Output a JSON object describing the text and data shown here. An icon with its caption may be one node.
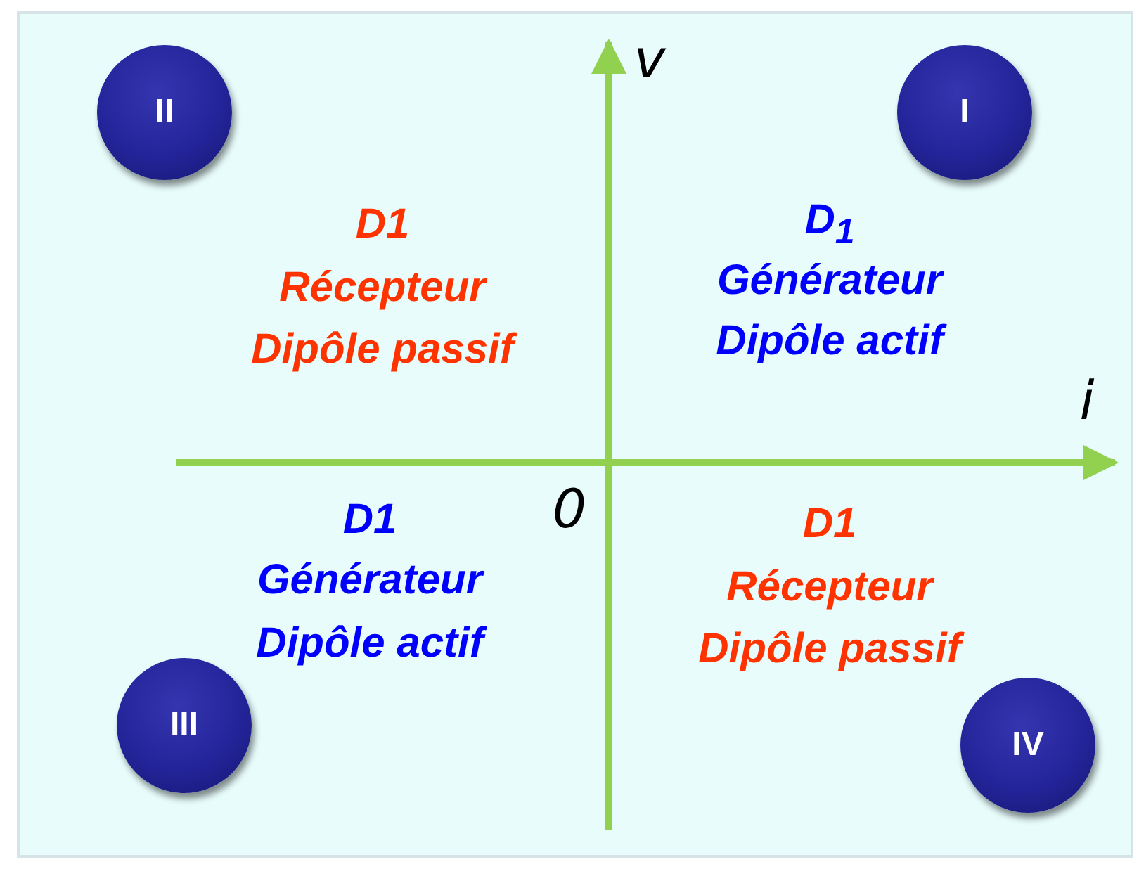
{
  "diagram": {
    "nodes": [
      {
        "text": [
          "II"
        ]
      },
      {
        "text": [
          "I"
        ]
      },
      {
        "text": [
          "III"
        ]
      },
      {
        "text": [
          "IV"
        ]
      }
    ],
    "labels": [
      "v",
      "D1",
      "Récepteur",
      "Dipôle passif",
      "D$_{1}$",
      "Générateur",
      "Dipôle actif",
      "i",
      "0",
      "D1",
      "Générateur",
      "Dipôle actif",
      "D1",
      "Récepteur",
      "Dipôle passif"
    ]
  }
}
